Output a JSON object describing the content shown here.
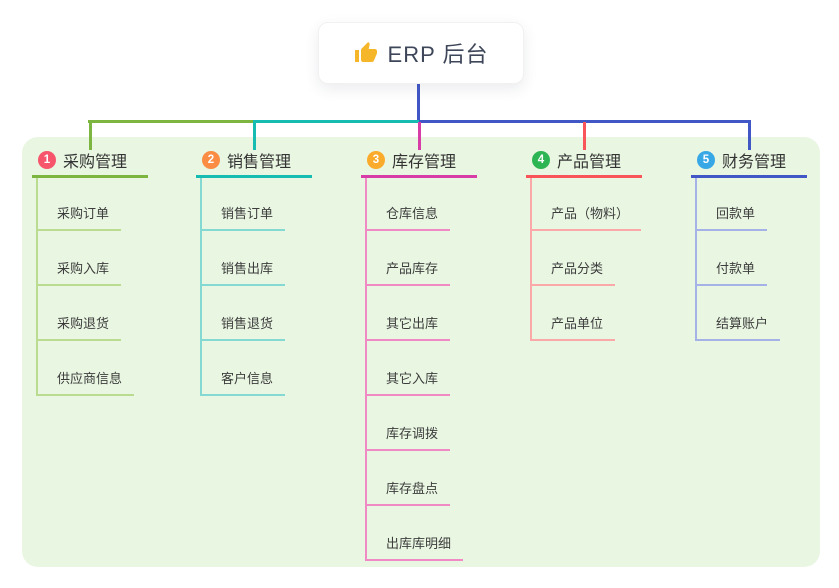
{
  "root": {
    "title": "ERP 后台",
    "icon": "thumbs-up-icon",
    "icon_color": "#f5b729",
    "title_color": "#3e4659"
  },
  "branches": [
    {
      "badge": "1",
      "label": "采购管理",
      "badge_color": "#f6556c",
      "line_color": "#7cb53f",
      "light_color": "#b9dc90",
      "items": [
        "采购订单",
        "采购入库",
        "采购退货",
        "供应商信息"
      ]
    },
    {
      "badge": "2",
      "label": "销售管理",
      "badge_color": "#fa8c44",
      "line_color": "#16bcb2",
      "light_color": "#84d9d2",
      "items": [
        "销售订单",
        "销售出库",
        "销售退货",
        "客户信息"
      ]
    },
    {
      "badge": "3",
      "label": "库存管理",
      "badge_color": "#fbab2c",
      "line_color": "#d83ca6",
      "light_color": "#ef8ac4",
      "items": [
        "仓库信息",
        "产品库存",
        "其它出库",
        "其它入库",
        "库存调拨",
        "库存盘点",
        "出库库明细"
      ]
    },
    {
      "badge": "4",
      "label": "产品管理",
      "badge_color": "#2eb553",
      "line_color": "#f95459",
      "light_color": "#fba8a9",
      "items": [
        "产品（物料）",
        "产品分类",
        "产品单位"
      ]
    },
    {
      "badge": "5",
      "label": "财务管理",
      "badge_color": "#38a7e6",
      "line_color": "#4257c6",
      "light_color": "#a4b2e8",
      "items": [
        "回款单",
        "付款单",
        "结算账户"
      ]
    }
  ],
  "colors": {
    "panel_bg": "#e9f6e2",
    "stem_blue": "#4257c6",
    "canvas_bg": "#ffffff"
  }
}
